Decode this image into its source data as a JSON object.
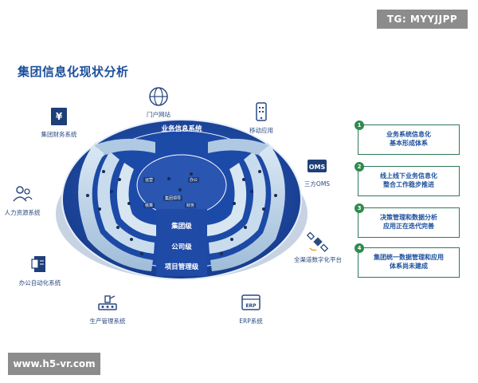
{
  "watermarks": {
    "top": "TG: MYYJJPP",
    "bottom": "www.h5-vr.com"
  },
  "title": "集团信息化现状分析",
  "systems": [
    {
      "id": "portal",
      "label": "门户网站",
      "icon": "globe-icon"
    },
    {
      "id": "mobile",
      "label": "移动应用",
      "icon": "mobile-icon"
    },
    {
      "id": "oms",
      "label": "三方OMS",
      "icon": "oms-icon"
    },
    {
      "id": "omni",
      "label": "全渠道数字化平台",
      "icon": "satellite-icon"
    },
    {
      "id": "erp",
      "label": "ERP系统",
      "icon": "erp-icon"
    },
    {
      "id": "production",
      "label": "生产管理系统",
      "icon": "machine-icon"
    },
    {
      "id": "office",
      "label": "办公自动化系统",
      "icon": "document-icon"
    },
    {
      "id": "hr",
      "label": "人力资源系统",
      "icon": "people-icon"
    },
    {
      "id": "finance",
      "label": "集团财务系统",
      "icon": "finance-icon"
    }
  ],
  "icon_text": {
    "oms": "OMS",
    "finance": "¥",
    "erp": "ERP"
  },
  "rings": {
    "business": "业务信息系统",
    "group": "集团级",
    "company": "公司级",
    "project": "项目管理级"
  },
  "pods": [
    "运营",
    "办公",
    "集团领导",
    "核算",
    "财务"
  ],
  "findings": [
    {
      "num": "1",
      "line1": "业务系统信息化",
      "line2": "基本形成体系"
    },
    {
      "num": "2",
      "line1": "线上线下业务信息化",
      "line2": "整合工作稳步推进"
    },
    {
      "num": "3",
      "line1": "决策管理和数据分析",
      "line2": "应用正在迭代完善"
    },
    {
      "num": "4",
      "line1": "集团统一数据管理和应用",
      "line2": "体系尚未建成"
    }
  ],
  "colors": {
    "title": "#1b4f9c",
    "disc": "#1f4aa6",
    "ring_light": "#bfd6ea",
    "card_border": "#2f7a56",
    "badge": "#2f8a4e"
  }
}
